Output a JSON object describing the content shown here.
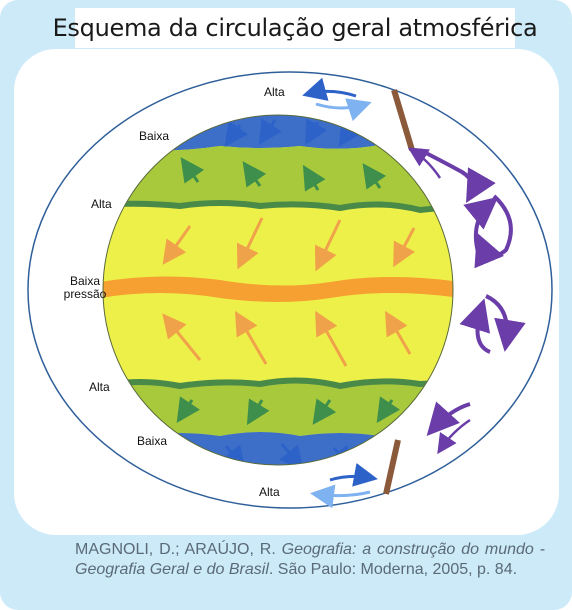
{
  "title": "Esquema da circulação geral atmosférica",
  "labels": {
    "alta_top": "Alta",
    "baixa_north": "Baixa",
    "alta_north": "Alta",
    "baixa_equator_1": "Baixa",
    "baixa_equator_2": "pressão",
    "alta_south": "Alta",
    "baixa_south": "Baixa",
    "alta_bottom": "Alta"
  },
  "citation": {
    "authors": "MAGNOLI, D.; ARAÚJO, R. ",
    "work": "Geografia: a construção do mundo - Geografia Geral e do Brasil",
    "rest": ". São Paulo: Moderna, 2005, p. 84."
  },
  "colors": {
    "background": "#cdeaf8",
    "polar": "#3d6fc9",
    "temperate": "#a9c93c",
    "tropical": "#eef04a",
    "equatorial_band": "#f5a030",
    "high_pressure_band": "#4a8a48",
    "cell_arrows": "#6a3da8",
    "axis": "#8a5a3a"
  }
}
